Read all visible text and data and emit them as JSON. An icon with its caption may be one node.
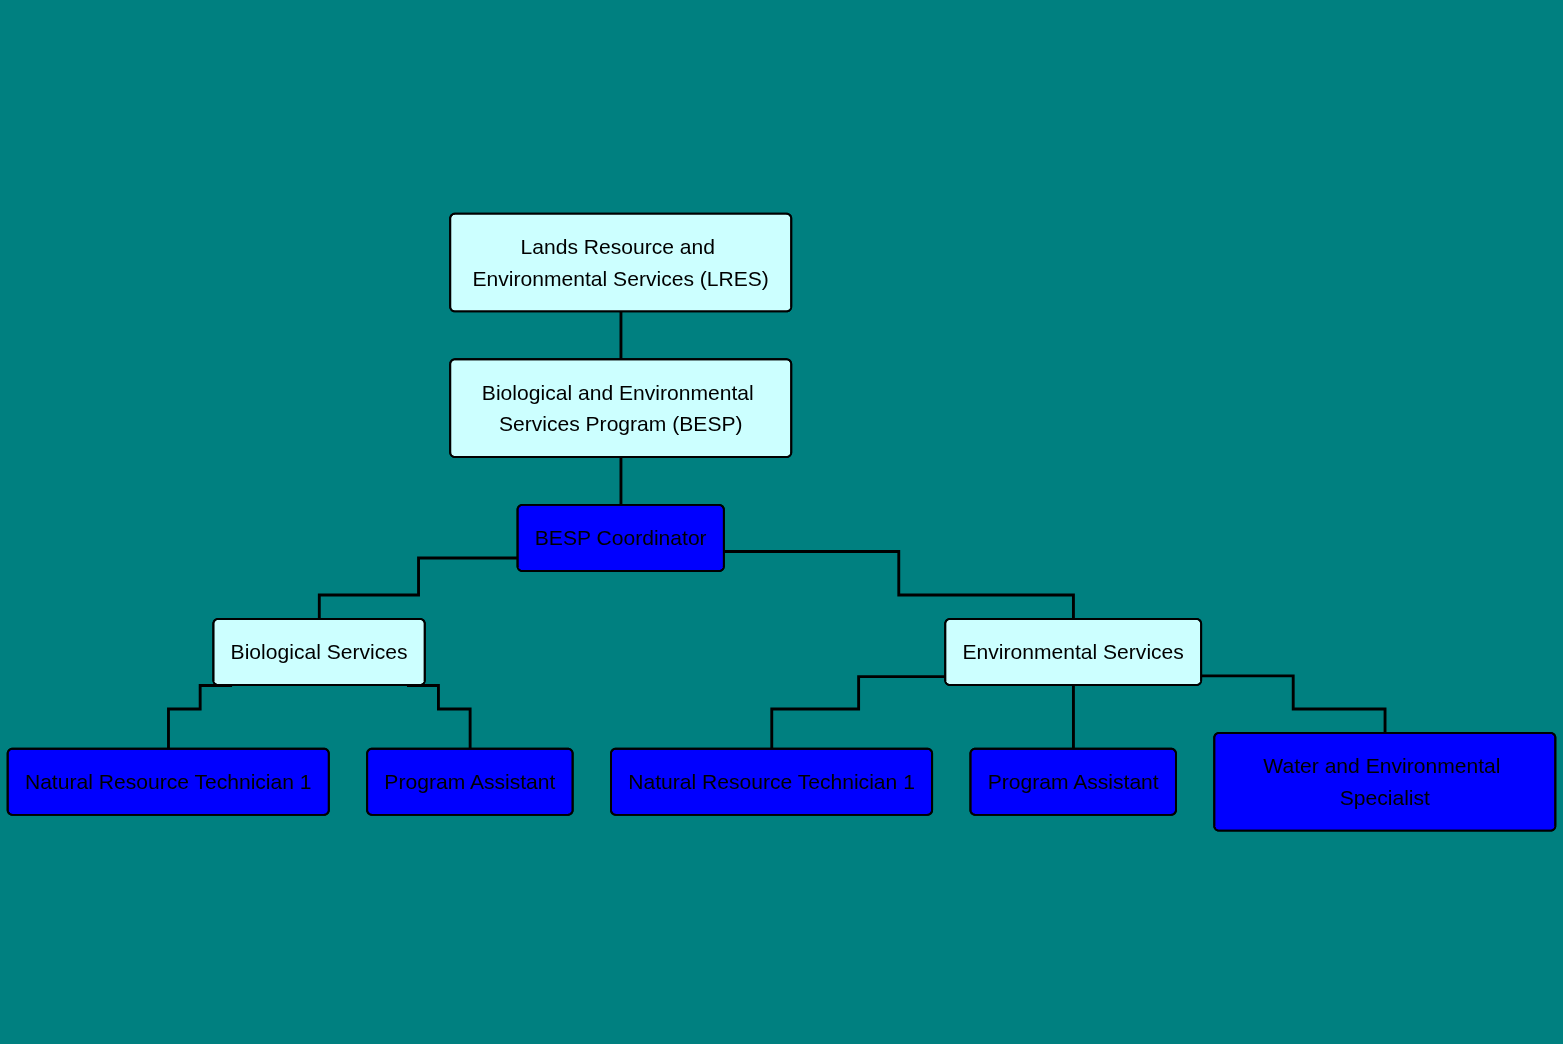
{
  "diagram": {
    "nodes": [
      {
        "text": [
          "Lands Resource and Environmental Services (LRES)"
        ]
      },
      {
        "text": [
          "Biological and Environmental Services Program (BESP)"
        ]
      },
      {
        "text": [
          "BESP Coordinator"
        ]
      },
      {
        "text": [
          "Biological Services"
        ]
      },
      {
        "text": [
          "Environmental Services"
        ]
      },
      {
        "text": [
          "Natural Resource Technician 1"
        ]
      },
      {
        "text": [
          "Program Assistant"
        ]
      },
      {
        "text": [
          "Natural Resource Technician 1"
        ]
      },
      {
        "text": [
          "Program Assistant"
        ]
      },
      {
        "text": [
          "Water and Environmental Specialist"
        ]
      }
    ],
    "edges": [
      {
        "from": 0,
        "to": 1,
        "arrow": "none"
      },
      {
        "from": 1,
        "to": 2,
        "arrow": "none"
      },
      {
        "from": 2,
        "to": 3,
        "arrow": "none"
      },
      {
        "from": 2,
        "to": 4,
        "arrow": "none"
      },
      {
        "from": 3,
        "to": 5,
        "arrow": "none"
      },
      {
        "from": 3,
        "to": 6,
        "arrow": "none"
      },
      {
        "from": 4,
        "to": 7,
        "arrow": "none"
      },
      {
        "from": 4,
        "to": 8,
        "arrow": "none"
      },
      {
        "from": 4,
        "to": 9,
        "arrow": "none"
      }
    ]
  }
}
